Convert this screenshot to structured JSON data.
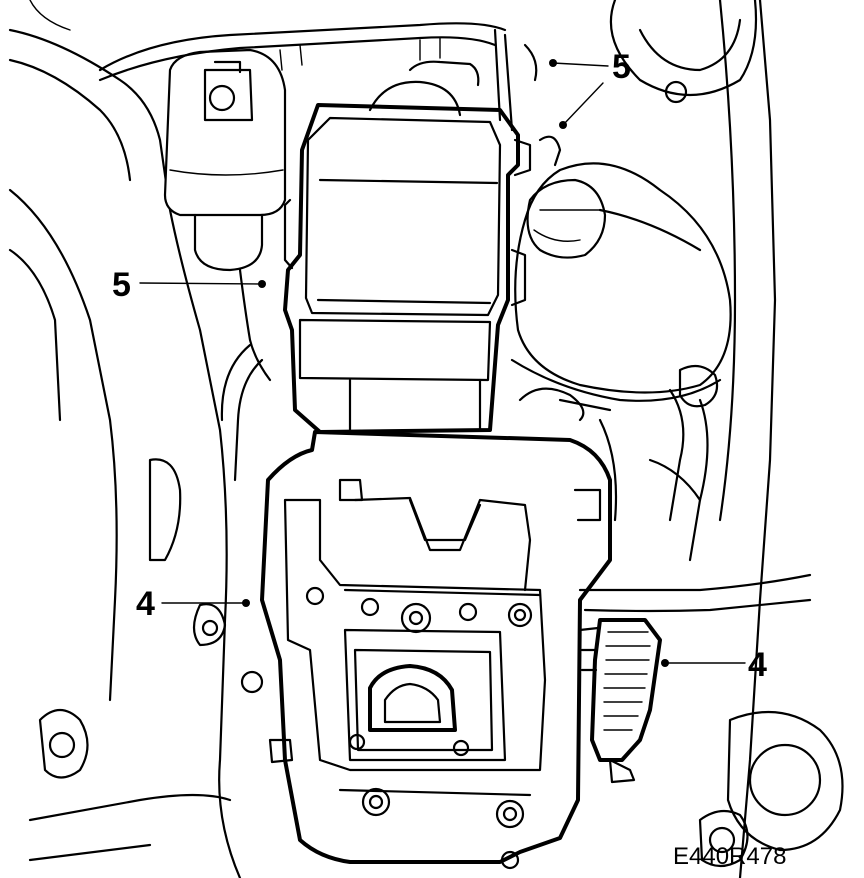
{
  "figure": {
    "identifier": "E440R478"
  },
  "callouts": [
    {
      "id": "callout-5-top",
      "label": "5"
    },
    {
      "id": "callout-5-left",
      "label": "5"
    },
    {
      "id": "callout-4-left",
      "label": "4"
    },
    {
      "id": "callout-4-right",
      "label": "4"
    }
  ],
  "colors": {
    "line": "#000000",
    "background": "#ffffff"
  }
}
